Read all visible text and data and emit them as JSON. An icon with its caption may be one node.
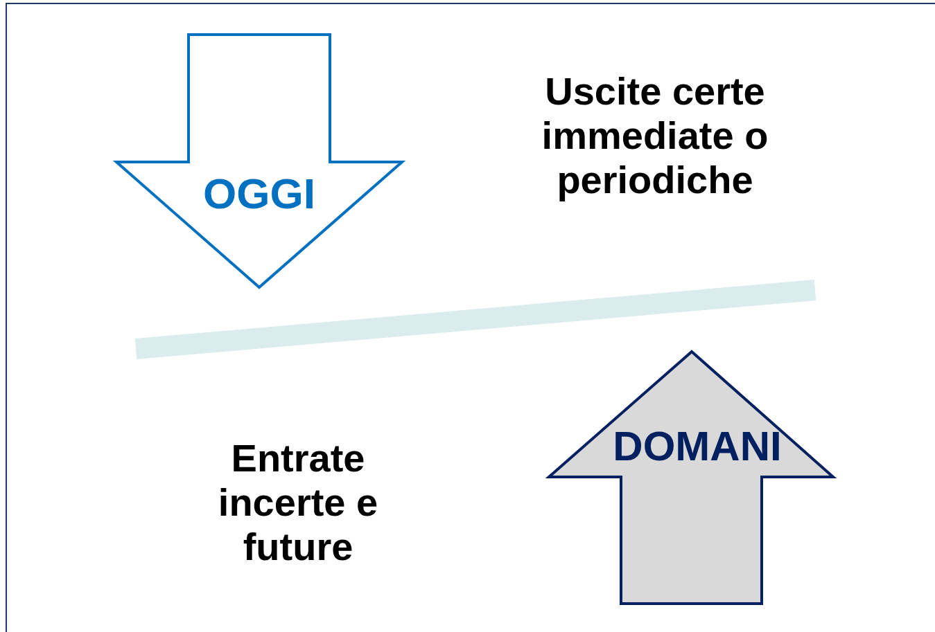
{
  "diagram": {
    "nodes": [
      {
        "text": [
          "OGGI"
        ]
      },
      {
        "text": [
          "DOMANI"
        ]
      }
    ],
    "labels": [
      "Uscite certe immediate o periodiche",
      "Entrate incerte e future"
    ]
  }
}
